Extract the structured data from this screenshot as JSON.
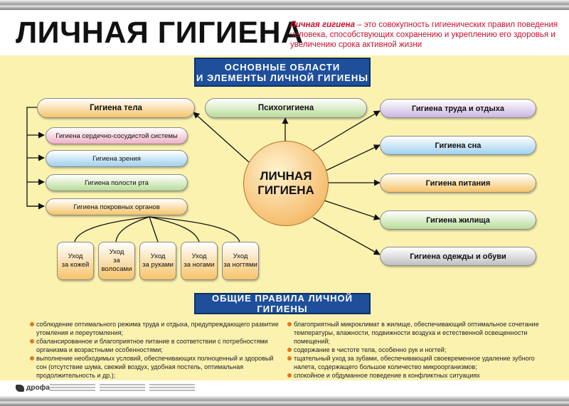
{
  "title": "ЛИЧНАЯ ГИГИЕНА",
  "definition": {
    "term": "Личная гигиена",
    "text": " – это совокупность гигиенических правил поведения человека, способствующих сохранению и укреплению его здоровья и увеличению срока активной жизни"
  },
  "banner_top": {
    "line1": "ОСНОВНЫЕ ОБЛАСТИ",
    "line2": "И ЭЛЕМЕНТЫ ЛИЧНОЙ ГИГИЕНЫ"
  },
  "center": {
    "line1": "ЛИЧНАЯ",
    "line2": "ГИГИЕНА"
  },
  "body_hygiene": {
    "label": "Гигиена тела",
    "items": [
      "Гигиена сердечно-сосудистой системы",
      "Гигиена зрения",
      "Гигиена полости рта",
      "Гигиена покровных органов"
    ],
    "care": [
      {
        "line1": "Уход",
        "line2": "за кожей"
      },
      {
        "line1": "Уход",
        "line2": "за волосами"
      },
      {
        "line1": "Уход",
        "line2": "за руками"
      },
      {
        "line1": "Уход",
        "line2": "за ногами"
      },
      {
        "line1": "Уход",
        "line2": "за ногтями"
      }
    ]
  },
  "psycho": "Психогигиена",
  "right_items": [
    "Гигиена труда и отдыха",
    "Гигиена сна",
    "Гигиена питания",
    "Гигиена жилища",
    "Гигиена одежды и обуви"
  ],
  "banner_bottom": "ОБЩИЕ ПРАВИЛА ЛИЧНОЙ ГИГИЕНЫ",
  "rules_left": [
    "соблюдение оптимального режима труда и отдыха, предупреждающего развитие утомления и переутомления;",
    "сбалансированное и благоприятное питание в соответствии с потребностями организма и возрастными особенностями;",
    "выполнение необходимых условий, обеспечивающих полноценный и здоровый сон (отсутствие шума, свежий воздух, удобная постель, оптимальная продолжительность и др.);"
  ],
  "rules_right": [
    "благоприятный микроклимат в жилище, обеспечивающий оптимальное сочетание температуры, влажности, подвижности воздуха и естественной освещенности помещений;",
    "содержание в чистоте тела, особенно рук и ногтей;",
    "тщательный уход за зубами, обеспечивающий своевременное удаление зубного налета, содержащего большое количество микроорганизмов;",
    "спокойное и обдуманное поведение в конфликтных ситуациях"
  ],
  "publisher": "дрофа",
  "colors": {
    "banner": "#1f4f9a",
    "definition": "#c8102e",
    "background": "#fbf2b0",
    "bullet": "#e8731e"
  }
}
